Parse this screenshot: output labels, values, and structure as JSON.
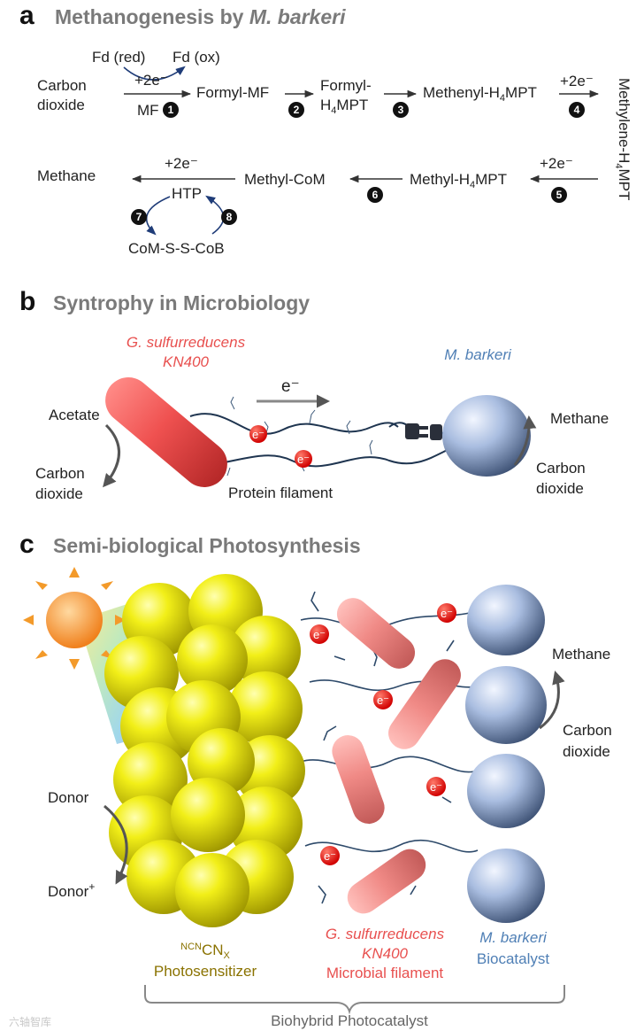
{
  "panel_a": {
    "letter": "a",
    "title_prefix": "Methanogenesis by ",
    "title_italic": "M. barkeri",
    "carbon_dioxide_line1": "Carbon",
    "carbon_dioxide_line2": "dioxide",
    "fd_red": "Fd (red)",
    "fd_ox": "Fd (ox)",
    "plus_2e": "+2e⁻",
    "mf": "MF",
    "formyl_mf": "Formyl-MF",
    "formyl_h4mpt_line1": "Formyl-",
    "formyl_h4mpt_line2": "H",
    "formyl_h4mpt_sub": "4",
    "formyl_h4mpt_tail": "MPT",
    "methenyl_prefix": "Methenyl-H",
    "methenyl_sub": "4",
    "methenyl_tail": "MPT",
    "methylene_prefix": "Methylene-H",
    "methylene_sub": "4",
    "methylene_tail": "MPT",
    "methyl_h4mpt_prefix": "Methyl-H",
    "methyl_h4mpt_sub": "4",
    "methyl_h4mpt_tail": "MPT",
    "methyl_com": "Methyl-CoM",
    "methane": "Methane",
    "htp": "HTP",
    "com_s_s_cob": "CoM-S-S-CoB",
    "step_numbers": [
      "1",
      "2",
      "3",
      "4",
      "5",
      "6",
      "7",
      "8"
    ]
  },
  "panel_b": {
    "letter": "b",
    "title": "Syntrophy in Microbiology",
    "geobacter_line1": "G. sulfurreducens",
    "geobacter_line2": "KN400",
    "barkeri": "M. barkeri",
    "electron_arrow": "e⁻",
    "electron": "e⁻",
    "acetate": "Acetate",
    "carbon_dioxide_line1": "Carbon",
    "carbon_dioxide_line2": "dioxide",
    "protein_filament": "Protein filament",
    "methane": "Methane"
  },
  "panel_c": {
    "letter": "c",
    "title": "Semi-biological Photosynthesis",
    "electron": "e⁻",
    "methane": "Methane",
    "carbon_dioxide_line1": "Carbon",
    "carbon_dioxide_line2": "dioxide",
    "donor": "Donor",
    "donor_plus": "Donor",
    "donor_plus_sup": "+",
    "ncn_sup": "NCN",
    "ncn_main": "CN",
    "ncn_sub": "X",
    "photosensitizer": "Photosensitizer",
    "geobacter_line1": "G. sulfurreducens",
    "geobacter_line2": "KN400",
    "microbial_filament": "Microbial filament",
    "barkeri": "M. barkeri",
    "biocatalyst": "Biocatalyst",
    "biohybrid": "Biohybrid Photocatalyst"
  },
  "watermark": "六轴智库",
  "colors": {
    "heading_gray": "#7a7a7a",
    "geobacter_red": "#e8504f",
    "barkeri_blue": "#4f7fb5",
    "photosensitizer_olive": "#8a7200",
    "sphere_yellow": "#e8e000",
    "cell_blue": "#a9bde0",
    "filament_navy": "#1f3550"
  }
}
